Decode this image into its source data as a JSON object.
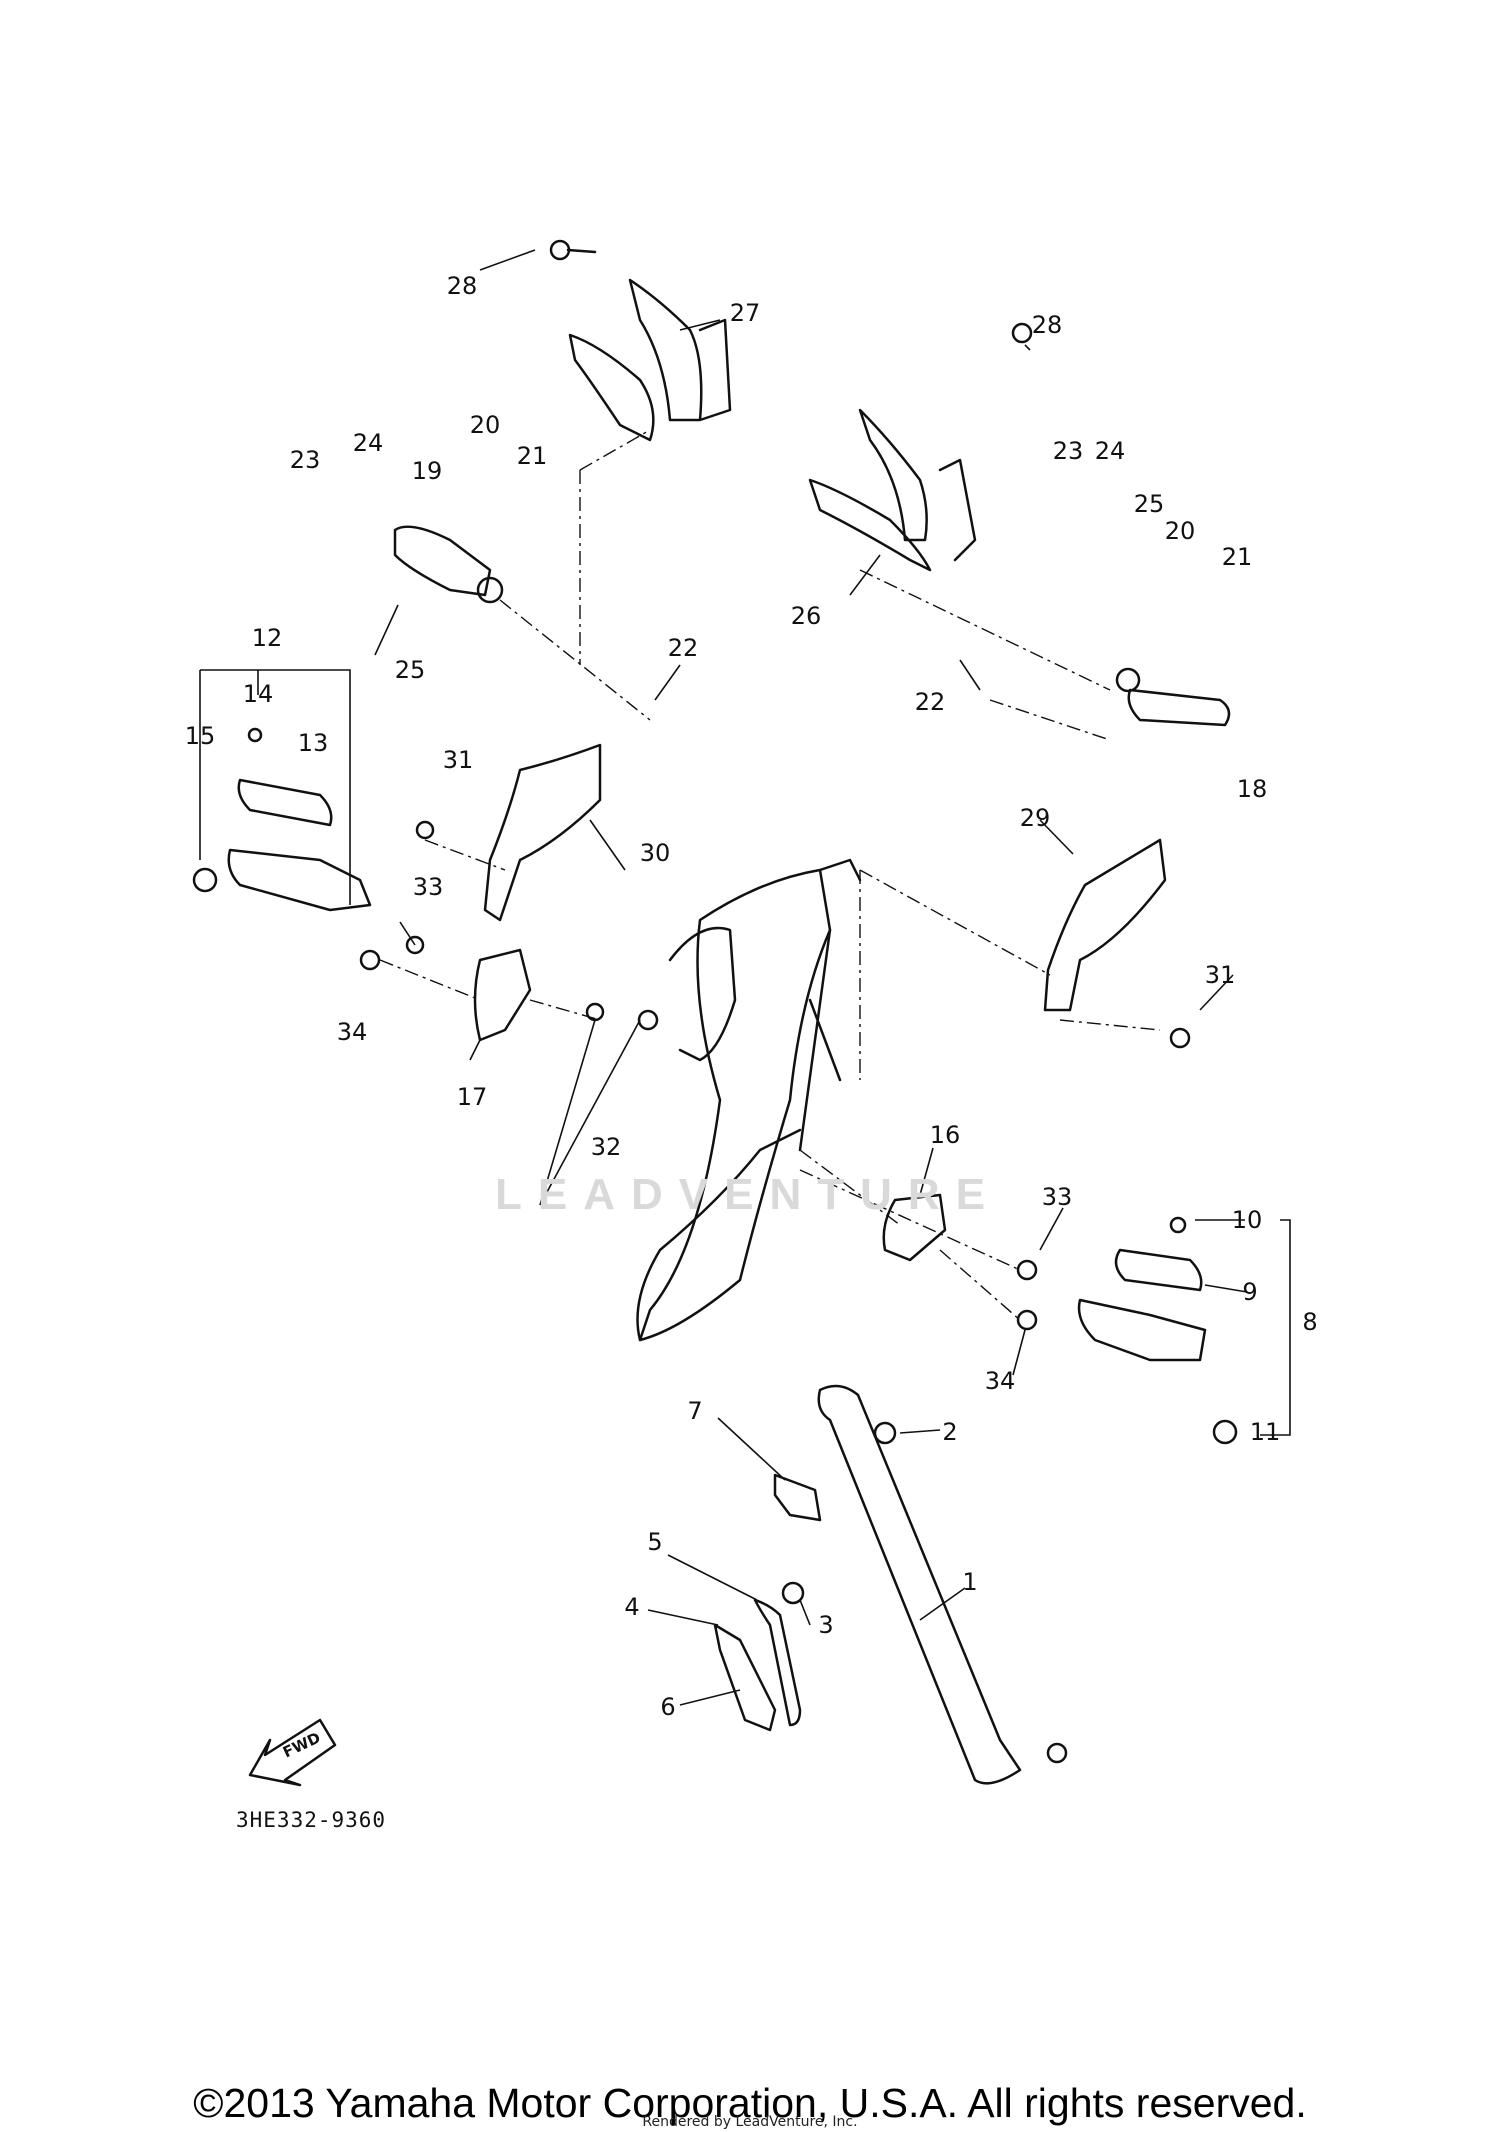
{
  "diagram": {
    "part_code": "3HE332-9360",
    "watermark": "LEADVENTURE",
    "fwd_label": "FWD",
    "callouts": [
      "1",
      "2",
      "3",
      "4",
      "5",
      "6",
      "7",
      "8",
      "9",
      "10",
      "11",
      "12",
      "13",
      "14",
      "15",
      "16",
      "17",
      "18",
      "19",
      "20",
      "21",
      "22",
      "23",
      "24",
      "25",
      "26",
      "27",
      "28",
      "29",
      "30",
      "31",
      "32",
      "33",
      "34"
    ]
  },
  "footer": {
    "copyright": "©2013 Yamaha Motor Corporation, U.S.A. All rights reserved.",
    "rendered_by": "Rendered by LeadVenture, Inc."
  }
}
